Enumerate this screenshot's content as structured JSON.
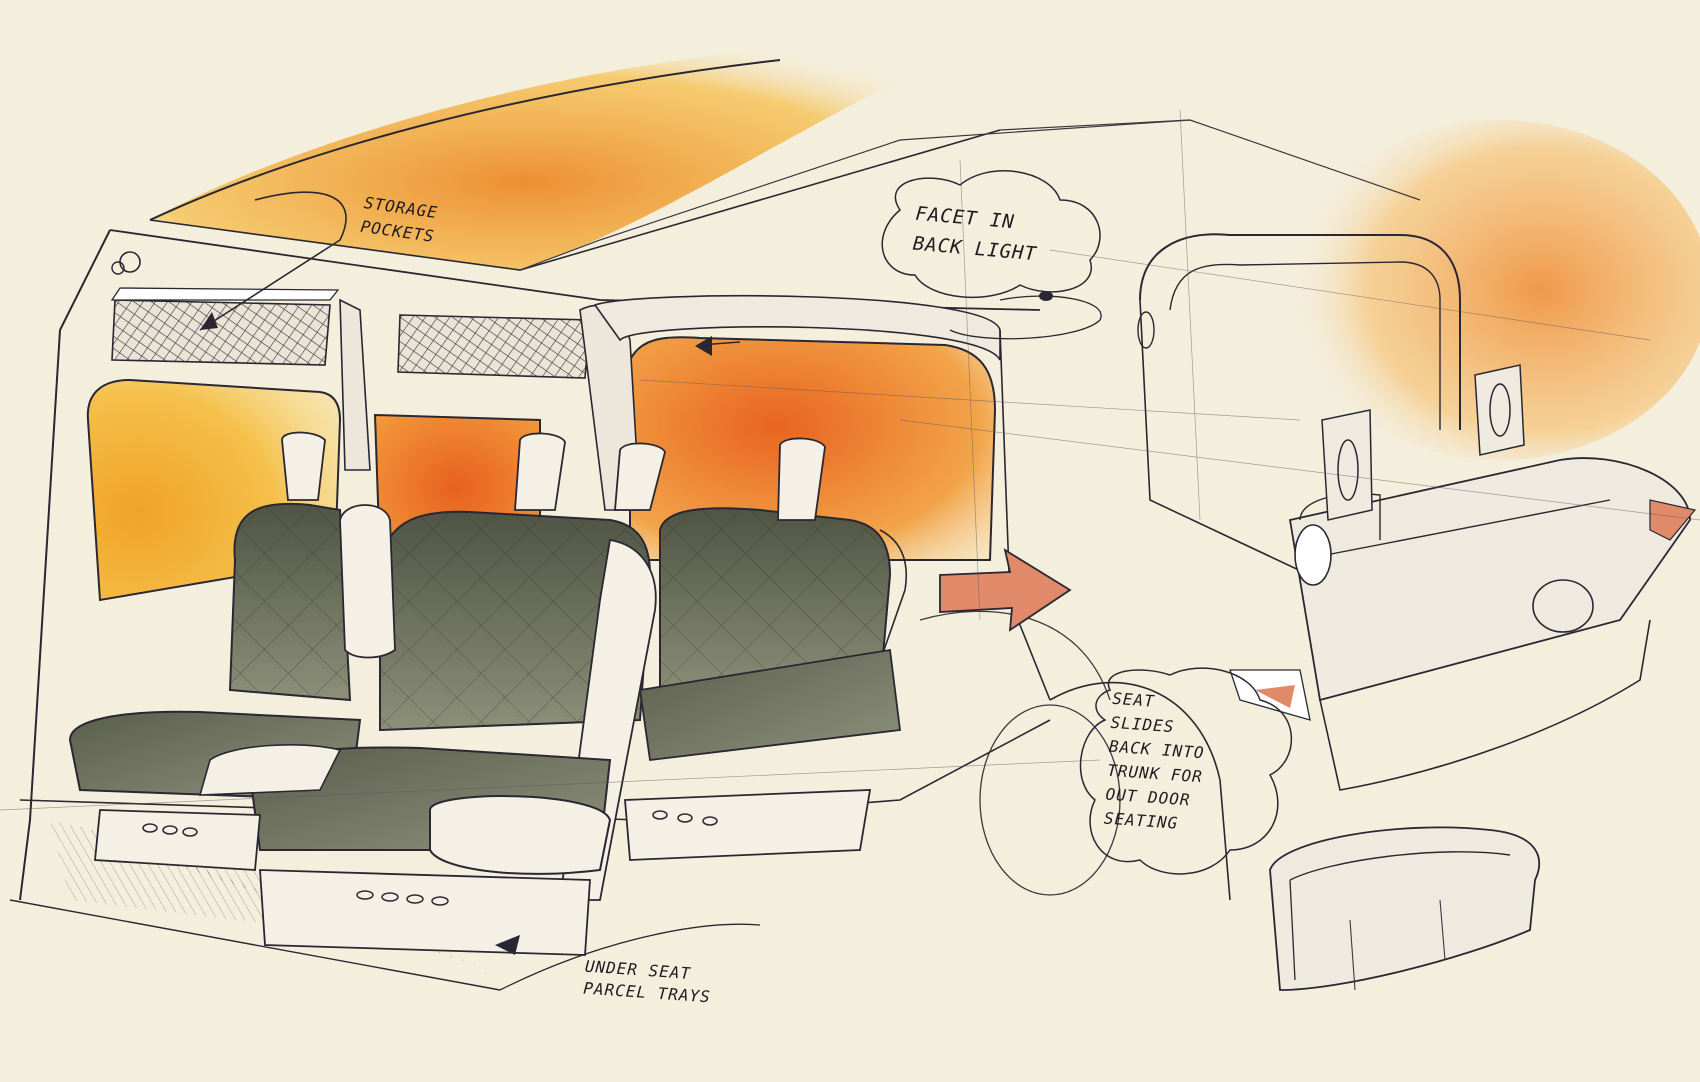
{
  "annotations": {
    "storage_pockets": [
      "STORAGE",
      "POCKETS"
    ],
    "facet_back_light": [
      "FACET IN",
      "BACK LIGHT"
    ],
    "seat_slides": [
      "SEAT",
      "SLIDES",
      "BACK INTO",
      "TRUNK FOR",
      "OUT DOOR",
      "SEATING"
    ],
    "under_seat": [
      "UNDER SEAT",
      "PARCEL TRAYS"
    ]
  },
  "colors": {
    "paper": "#f4eedc",
    "ink": "#2a2733",
    "upholstery": "#5e6250",
    "orange": "#ec8a2a",
    "orange_light": "#f6c04e",
    "arrow": "#e08a6a"
  },
  "icons": [
    "arrow-right-icon",
    "arrow-pointer-icon"
  ]
}
